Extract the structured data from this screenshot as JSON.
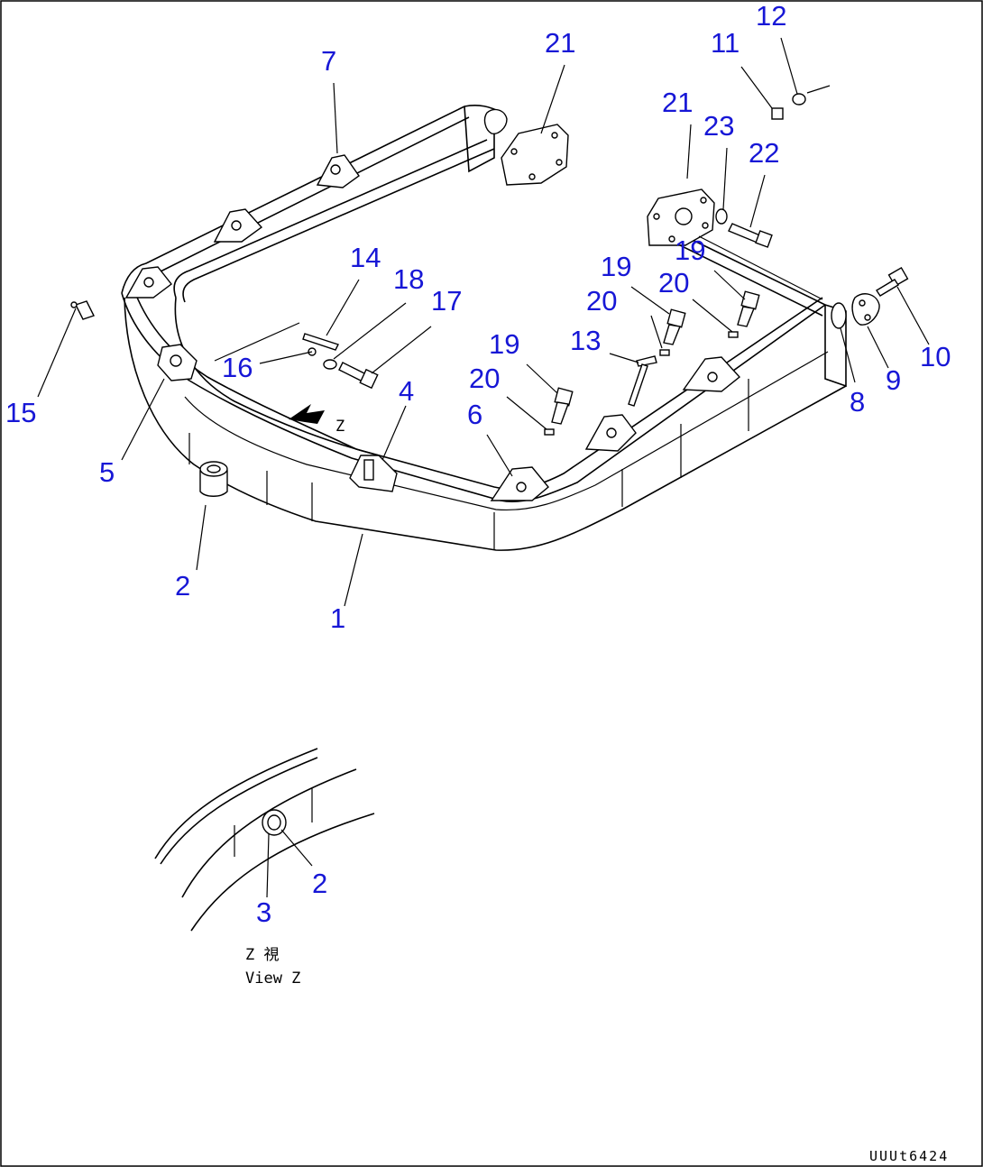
{
  "diagram": {
    "callouts": [
      "1",
      "2",
      "3",
      "4",
      "5",
      "6",
      "7",
      "8",
      "9",
      "10",
      "11",
      "12",
      "13",
      "14",
      "15",
      "16",
      "17",
      "18",
      "19",
      "20",
      "21",
      "22",
      "23"
    ],
    "view_label_jp": "Z 視",
    "view_label_en": "View Z",
    "view_marker": "Z",
    "drawing_code": "UUUt6424",
    "callout_color": "#1717d6"
  }
}
